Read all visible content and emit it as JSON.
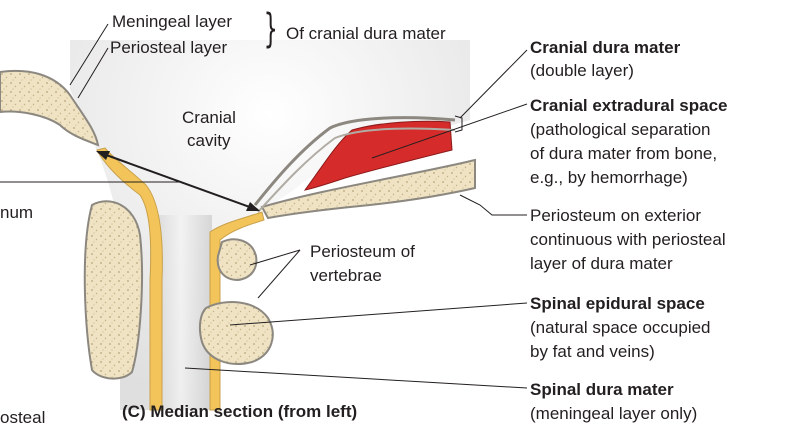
{
  "labels": {
    "meningeal_layer": "Meningeal layer",
    "periosteal_layer": "Periosteal layer",
    "of_cranial_dura": "Of cranial dura mater",
    "cranial_cavity_1": "Cranial",
    "cranial_cavity_2": "cavity",
    "cranial_dura_title": "Cranial dura mater",
    "cranial_dura_note": "(double layer)",
    "extradural_title": "Cranial extradural space",
    "extradural_note_1": "(pathological separation",
    "extradural_note_2": "of dura mater from bone,",
    "extradural_note_3": "e.g., by hemorrhage)",
    "periosteum_ext_1": "Periosteum on exterior",
    "periosteum_ext_2": "continuous with periosteal",
    "periosteum_ext_3": "layer of dura mater",
    "periosteum_vert_1": "Periosteum of",
    "periosteum_vert_2": "vertebrae",
    "epidural_title": "Spinal epidural space",
    "epidural_note_1": "(natural space occupied",
    "epidural_note_2": "by fat and veins)",
    "spinal_dura_title": "Spinal dura mater",
    "spinal_dura_note": "(meningeal layer only)",
    "caption": "(C) Median section (from left)",
    "cut_left_1": "num",
    "cut_left_2": "osteal"
  },
  "colors": {
    "bone_fill": "#efe3c3",
    "bone_outline": "#8c8880",
    "dura_yellow": "#f2c45a",
    "hemorrhage": "#d62b2b",
    "cavity_shade": "#d9d9d9",
    "leader_line": "#231f20"
  }
}
